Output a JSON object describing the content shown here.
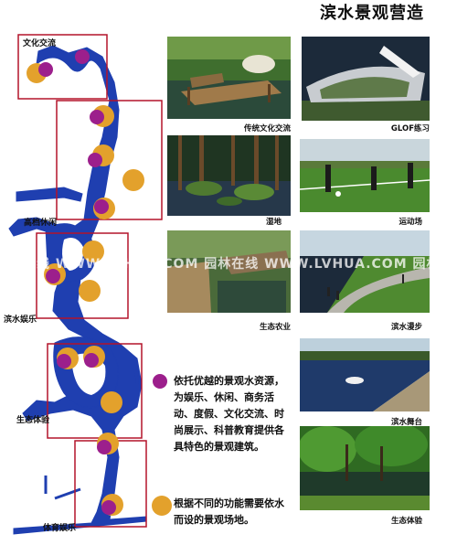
{
  "title": "滨水景观营造",
  "zones": [
    {
      "label": "文化交流"
    },
    {
      "label": "高档休闲"
    },
    {
      "label": "滨水娱乐"
    },
    {
      "label": "生态体验"
    },
    {
      "label": "体育娱乐"
    }
  ],
  "photos": [
    {
      "caption": "传统文化交流",
      "icon": "pier-photo"
    },
    {
      "caption": "GLOF练习",
      "icon": "stadium-photo"
    },
    {
      "caption": "湿地",
      "icon": "wetland-photo"
    },
    {
      "caption": "运动场",
      "icon": "sports-field-photo"
    },
    {
      "caption": "生态农业",
      "icon": "boardwalk-photo"
    },
    {
      "caption": "滨水漫步",
      "icon": "waterfront-walk-photo"
    },
    {
      "caption": "滨水舞台",
      "icon": "water-stage-photo"
    },
    {
      "caption": "生态体验",
      "icon": "forest-pond-photo"
    }
  ],
  "legend": [
    {
      "text": "依托优越的景观水资源，为娱乐、休闲、商务活动、度假、文化交流、时尚展示、科普教育提供各具特色的景观建筑。",
      "color": "#9c1f8c"
    },
    {
      "text": "根据不同的功能需要依水而设的景观场地。",
      "color": "#e3a12c"
    }
  ],
  "watermark": "线 WWW.LVHUA.COM 园林在线 WWW.LVHUA.COM 园林在线",
  "colors": {
    "water": "#1f3fb0",
    "box": "#b4142a",
    "purple": "#9c1f8c",
    "orange": "#e3a12c"
  }
}
